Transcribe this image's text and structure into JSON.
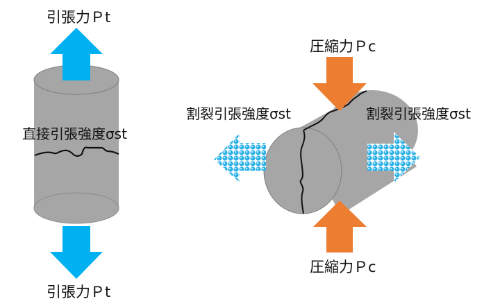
{
  "left_diagram": {
    "title": "direct-tension",
    "top_label": "引張力Ｐt",
    "bottom_label": "引張力Ｐt",
    "center_label": "直接引張強度σst",
    "arrow_color": "#00b0f0",
    "cylinder_color": "#a6a6a6"
  },
  "right_diagram": {
    "title": "splitting-tension",
    "top_label": "圧縮力Ｐc",
    "bottom_label": "圧縮力Ｐc",
    "left_label": "割裂引張強度σst",
    "right_label": "割裂引張強度σst",
    "compression_arrow_color": "#ed7d31",
    "tension_arrow_color": "#2bb0e6",
    "cylinder_color": "#a6a6a6"
  }
}
